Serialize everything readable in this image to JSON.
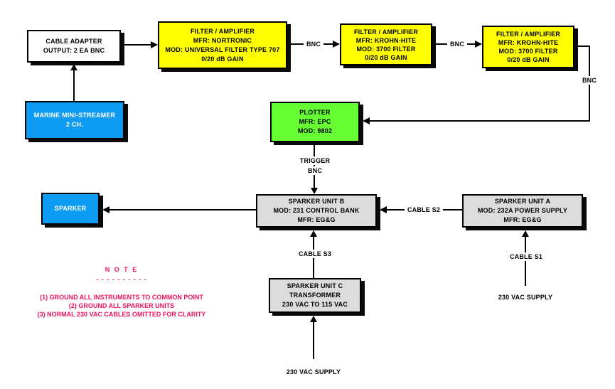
{
  "diagram": {
    "nodes": {
      "cable_adapter": {
        "lines": [
          "CABLE ADAPTER",
          "OUTPUT: 2 EA BNC"
        ],
        "color": "#FFFFFF"
      },
      "filter1": {
        "lines": [
          "FILTER / AMPLIFIER",
          "MFR: NORTRONIC",
          "MOD: UNIVERSAL FILTER TYPE 707",
          "0/20 dB GAIN"
        ],
        "color": "#FFFF00"
      },
      "filter2": {
        "lines": [
          "FILTER / AMPLIFIER",
          "MFR: KROHN-HITE",
          "MOD: 3700 FILTER",
          "0/20 dB GAIN"
        ],
        "color": "#FFFF00"
      },
      "filter3": {
        "lines": [
          "FILTER / AMPLIFIER",
          "MFR: KROHN-HITE",
          "MOD: 3700 FILTER",
          "0/20 dB GAIN"
        ],
        "color": "#FFFF00"
      },
      "streamer": {
        "lines": [
          "MARINE MINI-STREAMER",
          "2 CH."
        ],
        "color": "#0D9CF2"
      },
      "plotter": {
        "lines": [
          "PLOTTER",
          "MFR: EPC",
          "MOD: 9802"
        ],
        "color": "#66FF33"
      },
      "sparker": {
        "lines": [
          "SPARKER"
        ],
        "color": "#0D9CF2"
      },
      "unit_b": {
        "lines": [
          "SPARKER UNIT B",
          "MOD: 231 CONTROL BANK",
          "MFR: EG&G"
        ],
        "color": "#DCDCDC"
      },
      "unit_a": {
        "lines": [
          "SPARKER UNIT A",
          "MOD: 232A POWER SUPPLY",
          "MFR: EG&G"
        ],
        "color": "#DCDCDC"
      },
      "unit_c": {
        "lines": [
          "SPARKER UNIT C",
          "TRANSFORMER",
          "230 VAC TO 115 VAC"
        ],
        "color": "#DCDCDC"
      }
    },
    "labels": {
      "bnc_1": "BNC",
      "bnc_2": "BNC",
      "bnc_3": "BNC",
      "trigger": "TRIGGER",
      "trigger_bnc": "BNC",
      "cable_s1": "CABLE S1",
      "cable_s2": "CABLE S2",
      "cable_s3": "CABLE S3",
      "vac_bottom": "230 VAC SUPPLY",
      "vac_right": "230 VAC SUPPLY"
    },
    "note": {
      "title": "N O T E",
      "underline": "- - - - - - - - - -",
      "items": [
        "(1) GROUND ALL INSTRUMENTS TO COMMON POINT",
        "(2) GROUND ALL SPARKER UNITS",
        "(3) NORMAL 230 VAC CABLES OMITTED FOR CLARITY"
      ],
      "color": "#F0145A"
    },
    "colors": {
      "box_yellow": "#FFFF00",
      "box_green": "#66FF33",
      "box_blue": "#0D9CF2",
      "box_gray": "#DCDCDC",
      "box_white": "#FFFFFF",
      "line_black": "#000000",
      "note_red": "#F0145A"
    }
  }
}
